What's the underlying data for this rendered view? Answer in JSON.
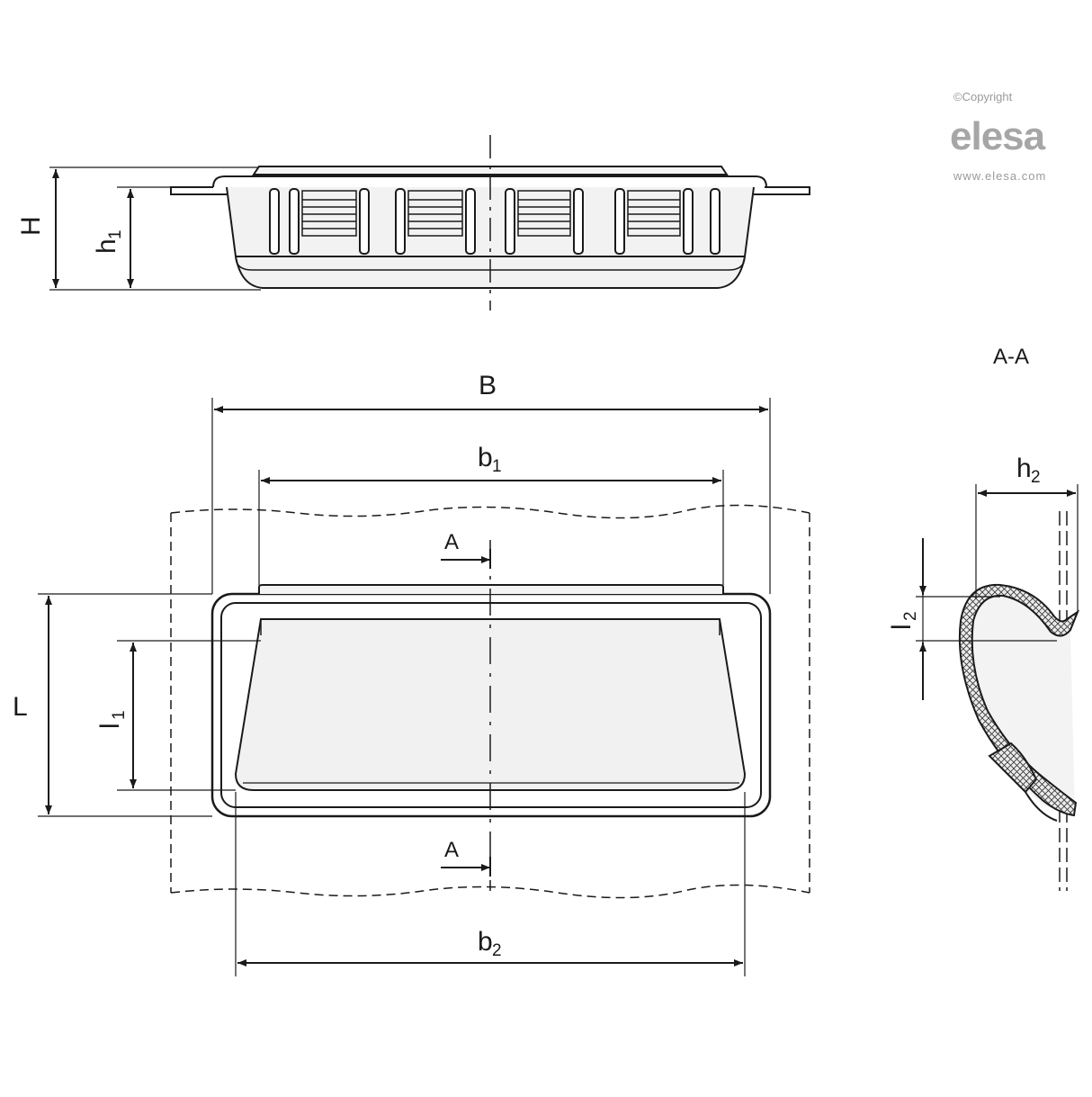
{
  "copyright": "©Copyright",
  "brand": "elesa",
  "website": "www.elesa.com",
  "section_title": "A-A",
  "section_marker": "A",
  "dimensions": {
    "H": "H",
    "h1_base": "h",
    "h1_sub": "1",
    "B": "B",
    "b1_base": "b",
    "b1_sub": "1",
    "b2_base": "b",
    "b2_sub": "2",
    "L": "L",
    "l1_base": "l",
    "l1_sub": "1",
    "l2_base": "l",
    "l2_sub": "2",
    "h2_base": "h",
    "h2_sub": "2"
  }
}
